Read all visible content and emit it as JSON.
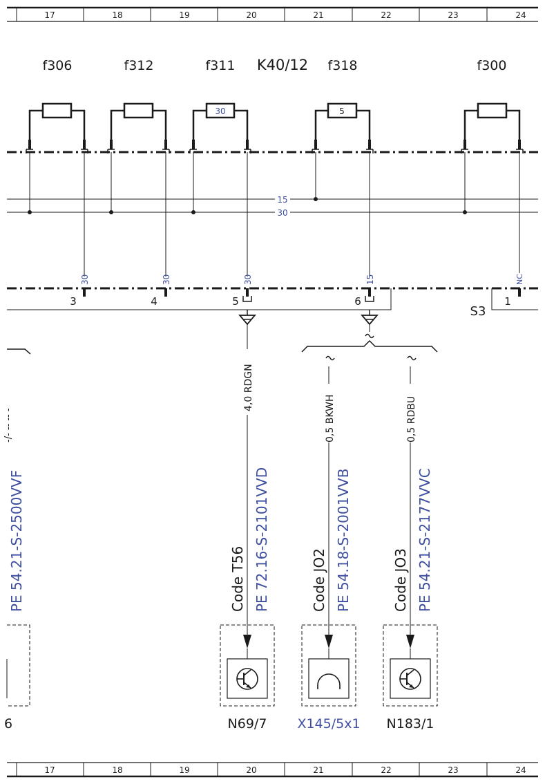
{
  "ruler": {
    "top_columns": [
      "17",
      "18",
      "19",
      "20",
      "21",
      "22",
      "23",
      "24"
    ],
    "bottom_columns": [
      "17",
      "18",
      "19",
      "20",
      "21",
      "22",
      "23",
      "24"
    ]
  },
  "module": {
    "name": "K40/12",
    "fuses": [
      {
        "label": "f306",
        "rating": ""
      },
      {
        "label": "f312",
        "rating": ""
      },
      {
        "label": "f311",
        "rating": "30"
      },
      {
        "label": "f318",
        "rating": "5"
      },
      {
        "label": "f300",
        "rating": ""
      }
    ],
    "bus_lines": [
      "15",
      "30"
    ],
    "pin_tags": [
      "30",
      "30",
      "30",
      "15",
      "NC"
    ],
    "connector_pins": [
      "3",
      "4",
      "5",
      "6",
      "1"
    ],
    "connector_name": "S3"
  },
  "wires": [
    {
      "spec": "4,0 RDGN"
    },
    {
      "spec": "0,5 BKWH"
    },
    {
      "spec": "0,5 RDBU"
    }
  ],
  "paths": {
    "left": {
      "ref": "PE 54.21-S-2500VVF",
      "clipped_text": "-/- -- -- -"
    },
    "n69": {
      "code": "Code T56",
      "ref": "PE 72.16-S-2101VVD"
    },
    "x145": {
      "code": "Code JO2",
      "ref": "PE 54.18-S-2001VVB"
    },
    "n183": {
      "code": "Code JO3",
      "ref": "PE 54.21-S-2177VVC"
    }
  },
  "components": [
    {
      "label": "6",
      "icon": "clipped-component"
    },
    {
      "label": "N69/7",
      "icon": "transistor-icon"
    },
    {
      "label": "X145/5x1",
      "icon": "connector-socket-icon"
    },
    {
      "label": "N183/1",
      "icon": "transistor-icon"
    }
  ],
  "colors": {
    "line": "#1a1a1a",
    "blue_text": "#3f4fa0"
  }
}
